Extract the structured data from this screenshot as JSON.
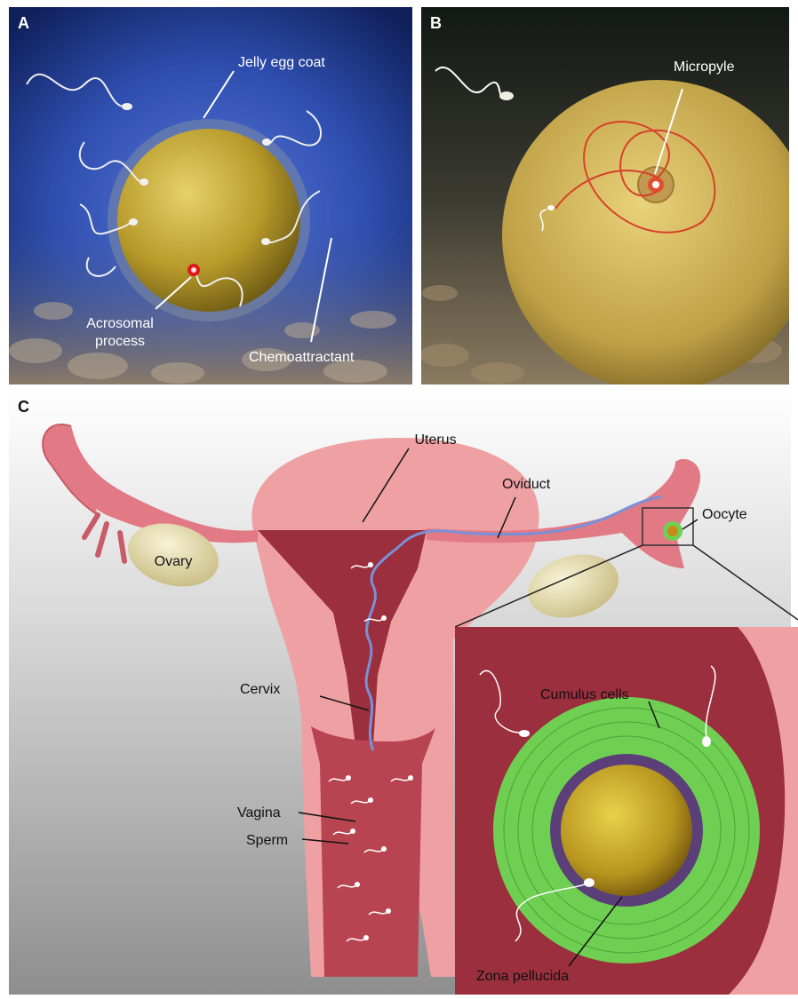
{
  "panels": {
    "a": {
      "letter": "A",
      "labels": {
        "jelly_coat": "Jelly egg coat",
        "acrosomal_1": "Acrosomal",
        "acrosomal_2": "process",
        "chemoattractant": "Chemoattractant"
      }
    },
    "b": {
      "letter": "B",
      "labels": {
        "micropyle": "Micropyle"
      }
    },
    "c": {
      "letter": "C",
      "labels": {
        "uterus": "Uterus",
        "oviduct": "Oviduct",
        "oocyte": "Oocyte",
        "ovary": "Ovary",
        "cervix": "Cervix",
        "vagina": "Vagina",
        "sperm": "Sperm",
        "cumulus": "Cumulus cells",
        "zona": "Zona pellucida"
      }
    }
  },
  "colors": {
    "panel_a_bg": "#2f4fb0",
    "panel_b_bg": "#1f2420",
    "egg_gold": "#c9b03a",
    "tissue_pink": "#eea0a3",
    "tissue_dark": "#9b2f3d",
    "cumulus_green": "#6ecf52",
    "sperm_path_blue": "#7a90d8",
    "ovary_cream": "#e8e0b0"
  }
}
